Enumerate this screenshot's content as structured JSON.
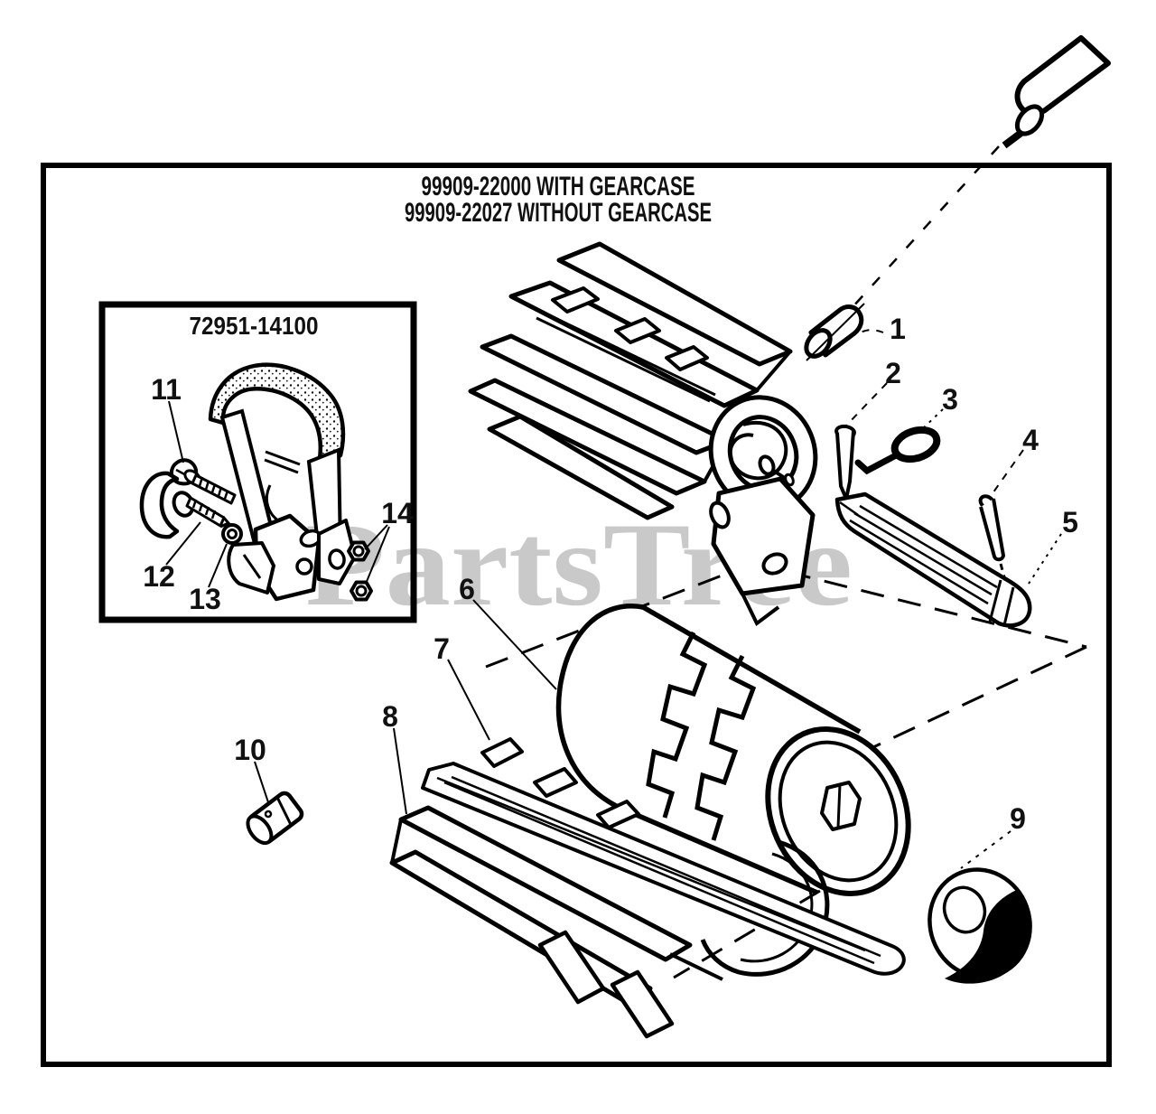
{
  "page": {
    "background": "#ffffff",
    "line_color": "#000000"
  },
  "title": {
    "line1": "99909-22000 WITH GEARCASE",
    "line2": "99909-22027 WITHOUT GEARCASE"
  },
  "inset_box": {
    "part_number": "72951-14100"
  },
  "watermark": {
    "text": "PartsTree",
    "color": "#c9c9c9"
  },
  "callouts": [
    {
      "n": "1"
    },
    {
      "n": "2"
    },
    {
      "n": "3"
    },
    {
      "n": "4"
    },
    {
      "n": "5"
    },
    {
      "n": "6"
    },
    {
      "n": "7"
    },
    {
      "n": "8"
    },
    {
      "n": "9"
    },
    {
      "n": "10"
    },
    {
      "n": "11"
    },
    {
      "n": "12"
    },
    {
      "n": "13"
    },
    {
      "n": "14"
    }
  ]
}
